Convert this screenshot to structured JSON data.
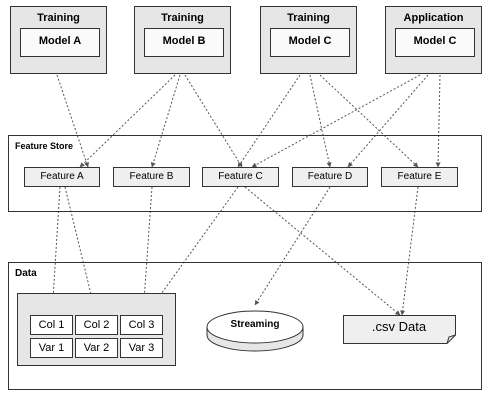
{
  "models": [
    {
      "title": "Training",
      "name": "Model A"
    },
    {
      "title": "Training",
      "name": "Model B"
    },
    {
      "title": "Training",
      "name": "Model C"
    },
    {
      "title": "Application",
      "name": "Model C"
    }
  ],
  "feature_store": {
    "title": "Feature Store",
    "features": [
      "Feature A",
      "Feature B",
      "Feature C",
      "Feature D",
      "Feature E"
    ]
  },
  "data": {
    "title": "Data",
    "table": {
      "columns": [
        "Col 1",
        "Col 2",
        "Col 3"
      ],
      "variables": [
        "Var 1",
        "Var 2",
        "Var 3"
      ]
    },
    "streaming_label": "Streaming",
    "csv_label": ".csv Data"
  },
  "colors": {
    "model_fill": "#e6e6e6",
    "feature_fill": "#efefef",
    "line": "#555555"
  }
}
